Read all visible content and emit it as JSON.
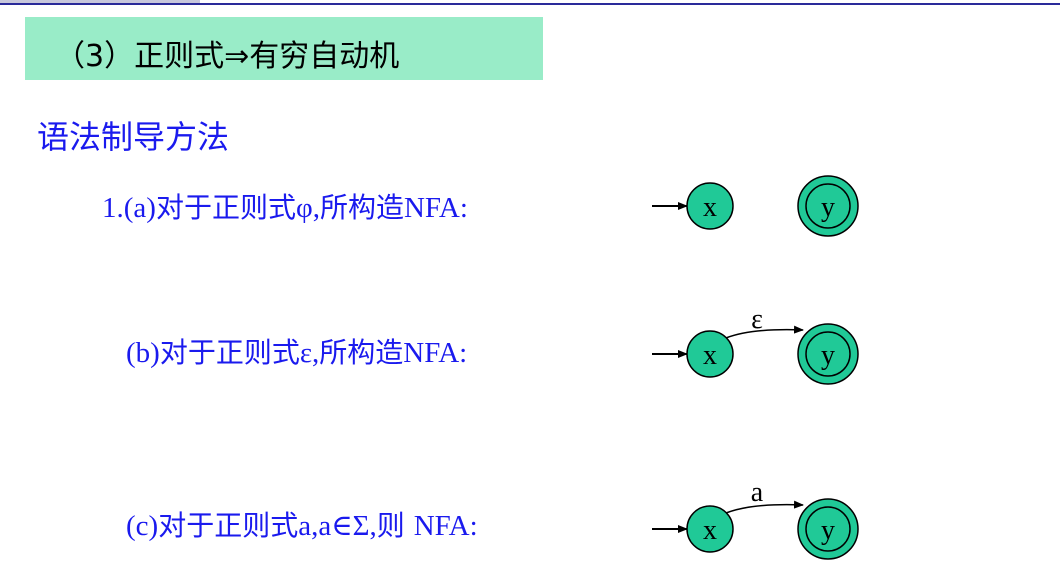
{
  "title": "（3）正则式⇒有穷自动机",
  "heading": "语法制导方法",
  "rules": [
    {
      "parts": [
        {
          "t": "1.(a)",
          "f": "lat"
        },
        {
          "t": "对于正则式",
          "f": "cjk"
        },
        {
          "t": "φ,",
          "f": "lat"
        },
        {
          "t": "所构造",
          "f": "cjk"
        },
        {
          "t": "NFA:",
          "f": "lat"
        }
      ]
    },
    {
      "parts": [
        {
          "t": "(b)",
          "f": "lat"
        },
        {
          "t": "对于正则式",
          "f": "cjk"
        },
        {
          "t": "ε,",
          "f": "lat"
        },
        {
          "t": "所构造",
          "f": "cjk"
        },
        {
          "t": "NFA:",
          "f": "lat"
        }
      ]
    },
    {
      "parts": [
        {
          "t": "(c)",
          "f": "lat"
        },
        {
          "t": "对于正则式",
          "f": "cjk"
        },
        {
          "t": "a,a∈Σ,",
          "f": "lat"
        },
        {
          "t": "则 ",
          "f": "cjk"
        },
        {
          "t": "NFA:",
          "f": "lat"
        }
      ]
    }
  ],
  "nfa": {
    "start_state": "x",
    "final_state": "y",
    "state_fill": "#20c997",
    "edge_labels": [
      "",
      "ε",
      "a"
    ]
  }
}
